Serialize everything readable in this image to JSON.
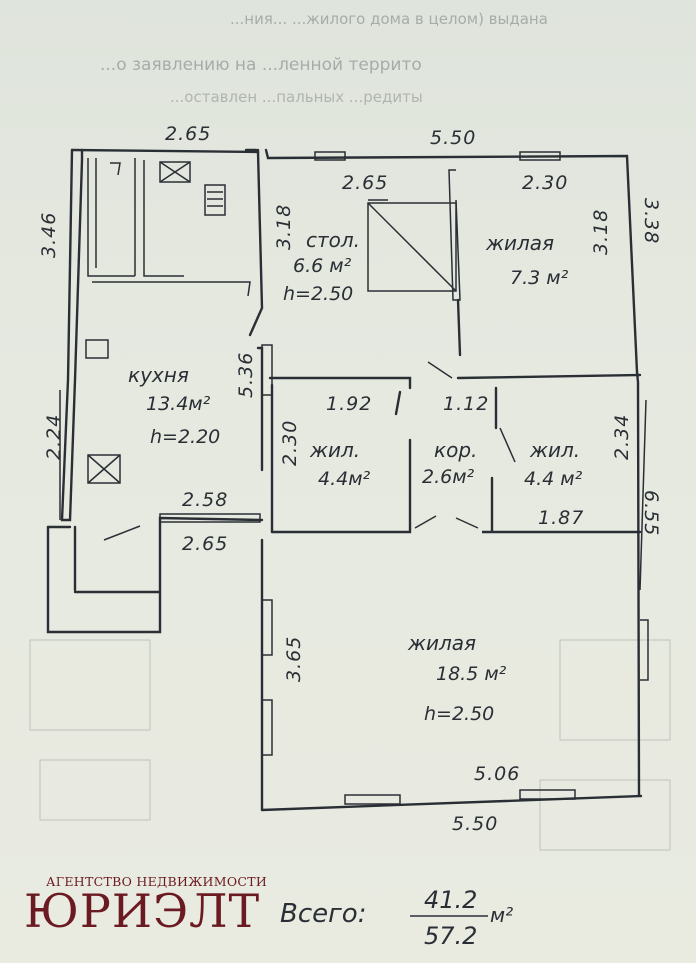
{
  "dims": {
    "top_left": "2.65",
    "top_right": "5.50",
    "left_upper": "3.46",
    "left_lower": "2.24",
    "stair_top": "2.65",
    "bed1_top": "2.30",
    "right_upper": "3.38",
    "stair_side": "3.18",
    "bed1_side": "3.18",
    "kitchen_side": "5.36",
    "small1_width": "1.92",
    "corridor_width": "1.12",
    "small1_side": "2.30",
    "small2_side": "2.34",
    "porch_inner": "2.58",
    "porch_outer": "2.65",
    "small2_bottom": "1.87",
    "right_lower": "6.55",
    "living_side": "3.65",
    "living_inner": "5.06",
    "bottom": "5.50"
  },
  "rooms": {
    "stol": {
      "name": "стол.",
      "area": "6.6 м²",
      "height": "h=2.50"
    },
    "bed1": {
      "name": "жилая",
      "area": "7.3 м²"
    },
    "kitchen": {
      "name": "кухня",
      "area": "13.4м²",
      "height": "h=2.20"
    },
    "zhil1": {
      "name": "жил.",
      "area": "4.4м²"
    },
    "kor": {
      "name": "кор.",
      "area": "2.6м²"
    },
    "zhil2": {
      "name": "жил.",
      "area": "4.4 м²"
    },
    "living": {
      "name": "жилая",
      "area": "18.5 м²",
      "height": "h=2.50"
    }
  },
  "total": {
    "label": "Всего:",
    "value1": "41.2",
    "value2": "57.2",
    "unit": "м²"
  },
  "header_text": [
    "...ния... ...жилого дома в целом) выдана",
    "...о заявлению на ...ленной террито",
    "...оставлен ...пальных ...редиты"
  ],
  "logo": {
    "small": "АГЕНТСТВО НЕДВИЖИМОСТИ",
    "big": "ЮРИЭЛТ"
  }
}
